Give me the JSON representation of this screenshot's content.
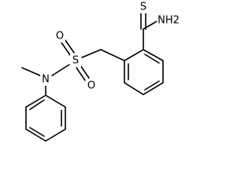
{
  "molecule": {
    "atoms": {
      "sulfur_thio": "S",
      "amide_nh2": "NH2",
      "sulfonyl_s": "S",
      "sulfonyl_o_top": "O",
      "sulfonyl_o_bottom": "O",
      "amine_n": "N"
    }
  }
}
